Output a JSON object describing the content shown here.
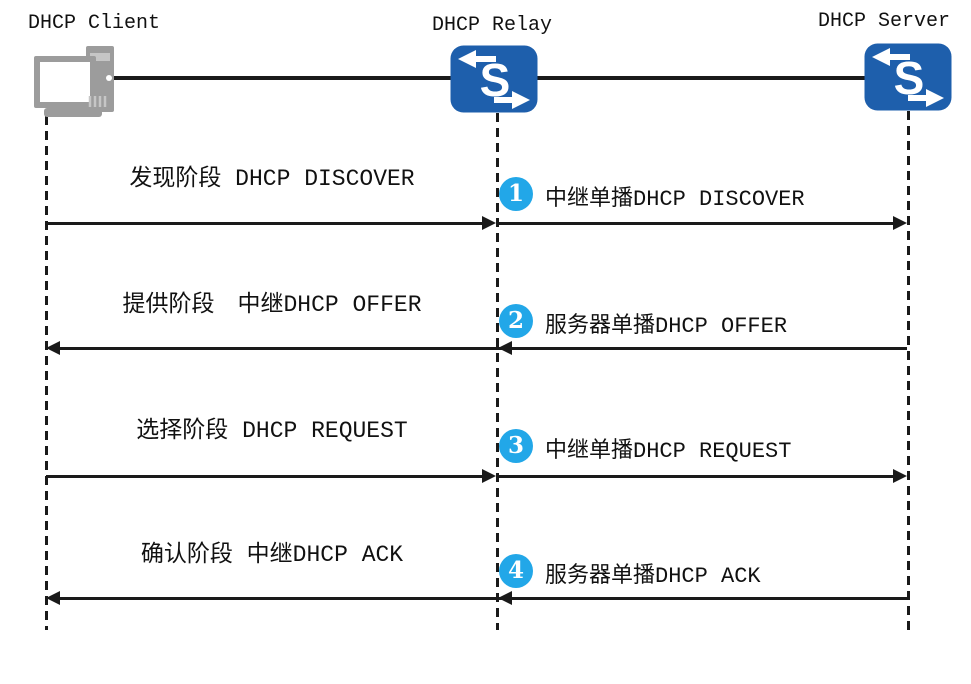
{
  "nodes": [
    {
      "label": "DHCP Client",
      "icon": "computer-icon"
    },
    {
      "label": "DHCP Relay",
      "icon": "switch-icon"
    },
    {
      "label": "DHCP Server",
      "icon": "switch-icon"
    }
  ],
  "messages": [
    {
      "badge": "1",
      "phase_label": "发现阶段 DHCP DISCOVER",
      "relay_label": "中继单播DHCP DISCOVER",
      "direction": "right"
    },
    {
      "badge": "2",
      "phase_label": "提供阶段　中继DHCP OFFER",
      "relay_label": "服务器单播DHCP OFFER",
      "direction": "left"
    },
    {
      "badge": "3",
      "phase_label": "选择阶段 DHCP REQUEST",
      "relay_label": "中继单播DHCP REQUEST",
      "direction": "right"
    },
    {
      "badge": "4",
      "phase_label": "确认阶段 中继DHCP ACK",
      "relay_label": "服务器单播DHCP ACK",
      "direction": "left"
    }
  ],
  "colors": {
    "switch_blue": "#1E5FAC",
    "badge_blue": "#22A7E8",
    "line_color": "#1A1A1A",
    "device_gray": "#9C9C9C",
    "device_gray_light": "#C6C6C6"
  }
}
